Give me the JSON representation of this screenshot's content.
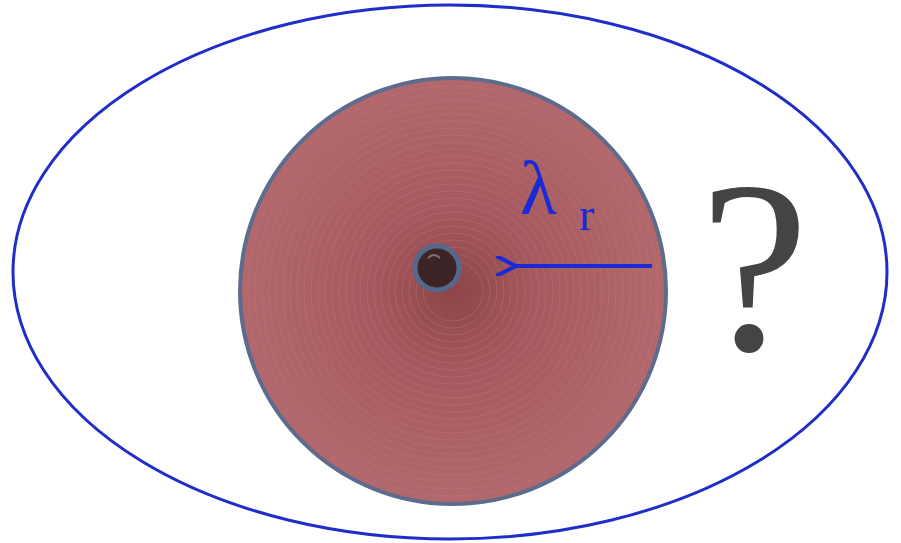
{
  "diagram": {
    "labels": [
      "λ",
      "r",
      "?"
    ]
  }
}
